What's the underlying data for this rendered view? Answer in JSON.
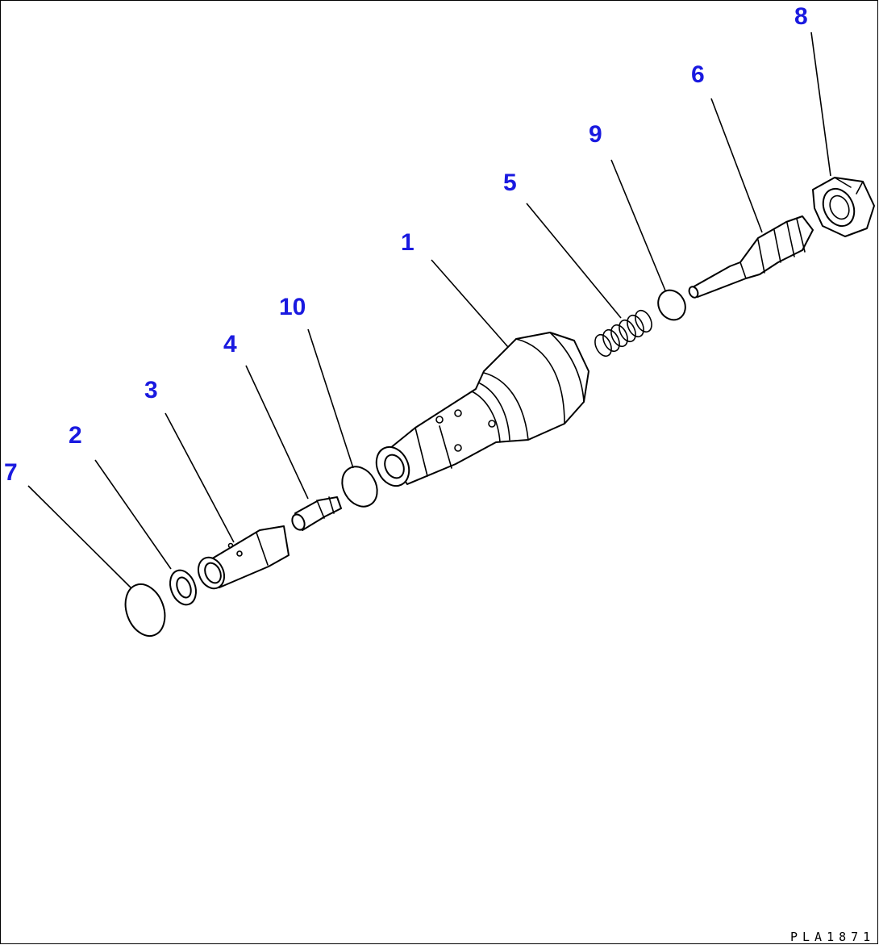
{
  "diagram": {
    "callouts": [
      "1",
      "2",
      "3",
      "4",
      "5",
      "6",
      "7",
      "8",
      "9",
      "10"
    ],
    "drawing_number": "PLA1871",
    "colors": {
      "callout": "#1a1ae0",
      "line": "#000000",
      "background": "#ffffff"
    }
  }
}
